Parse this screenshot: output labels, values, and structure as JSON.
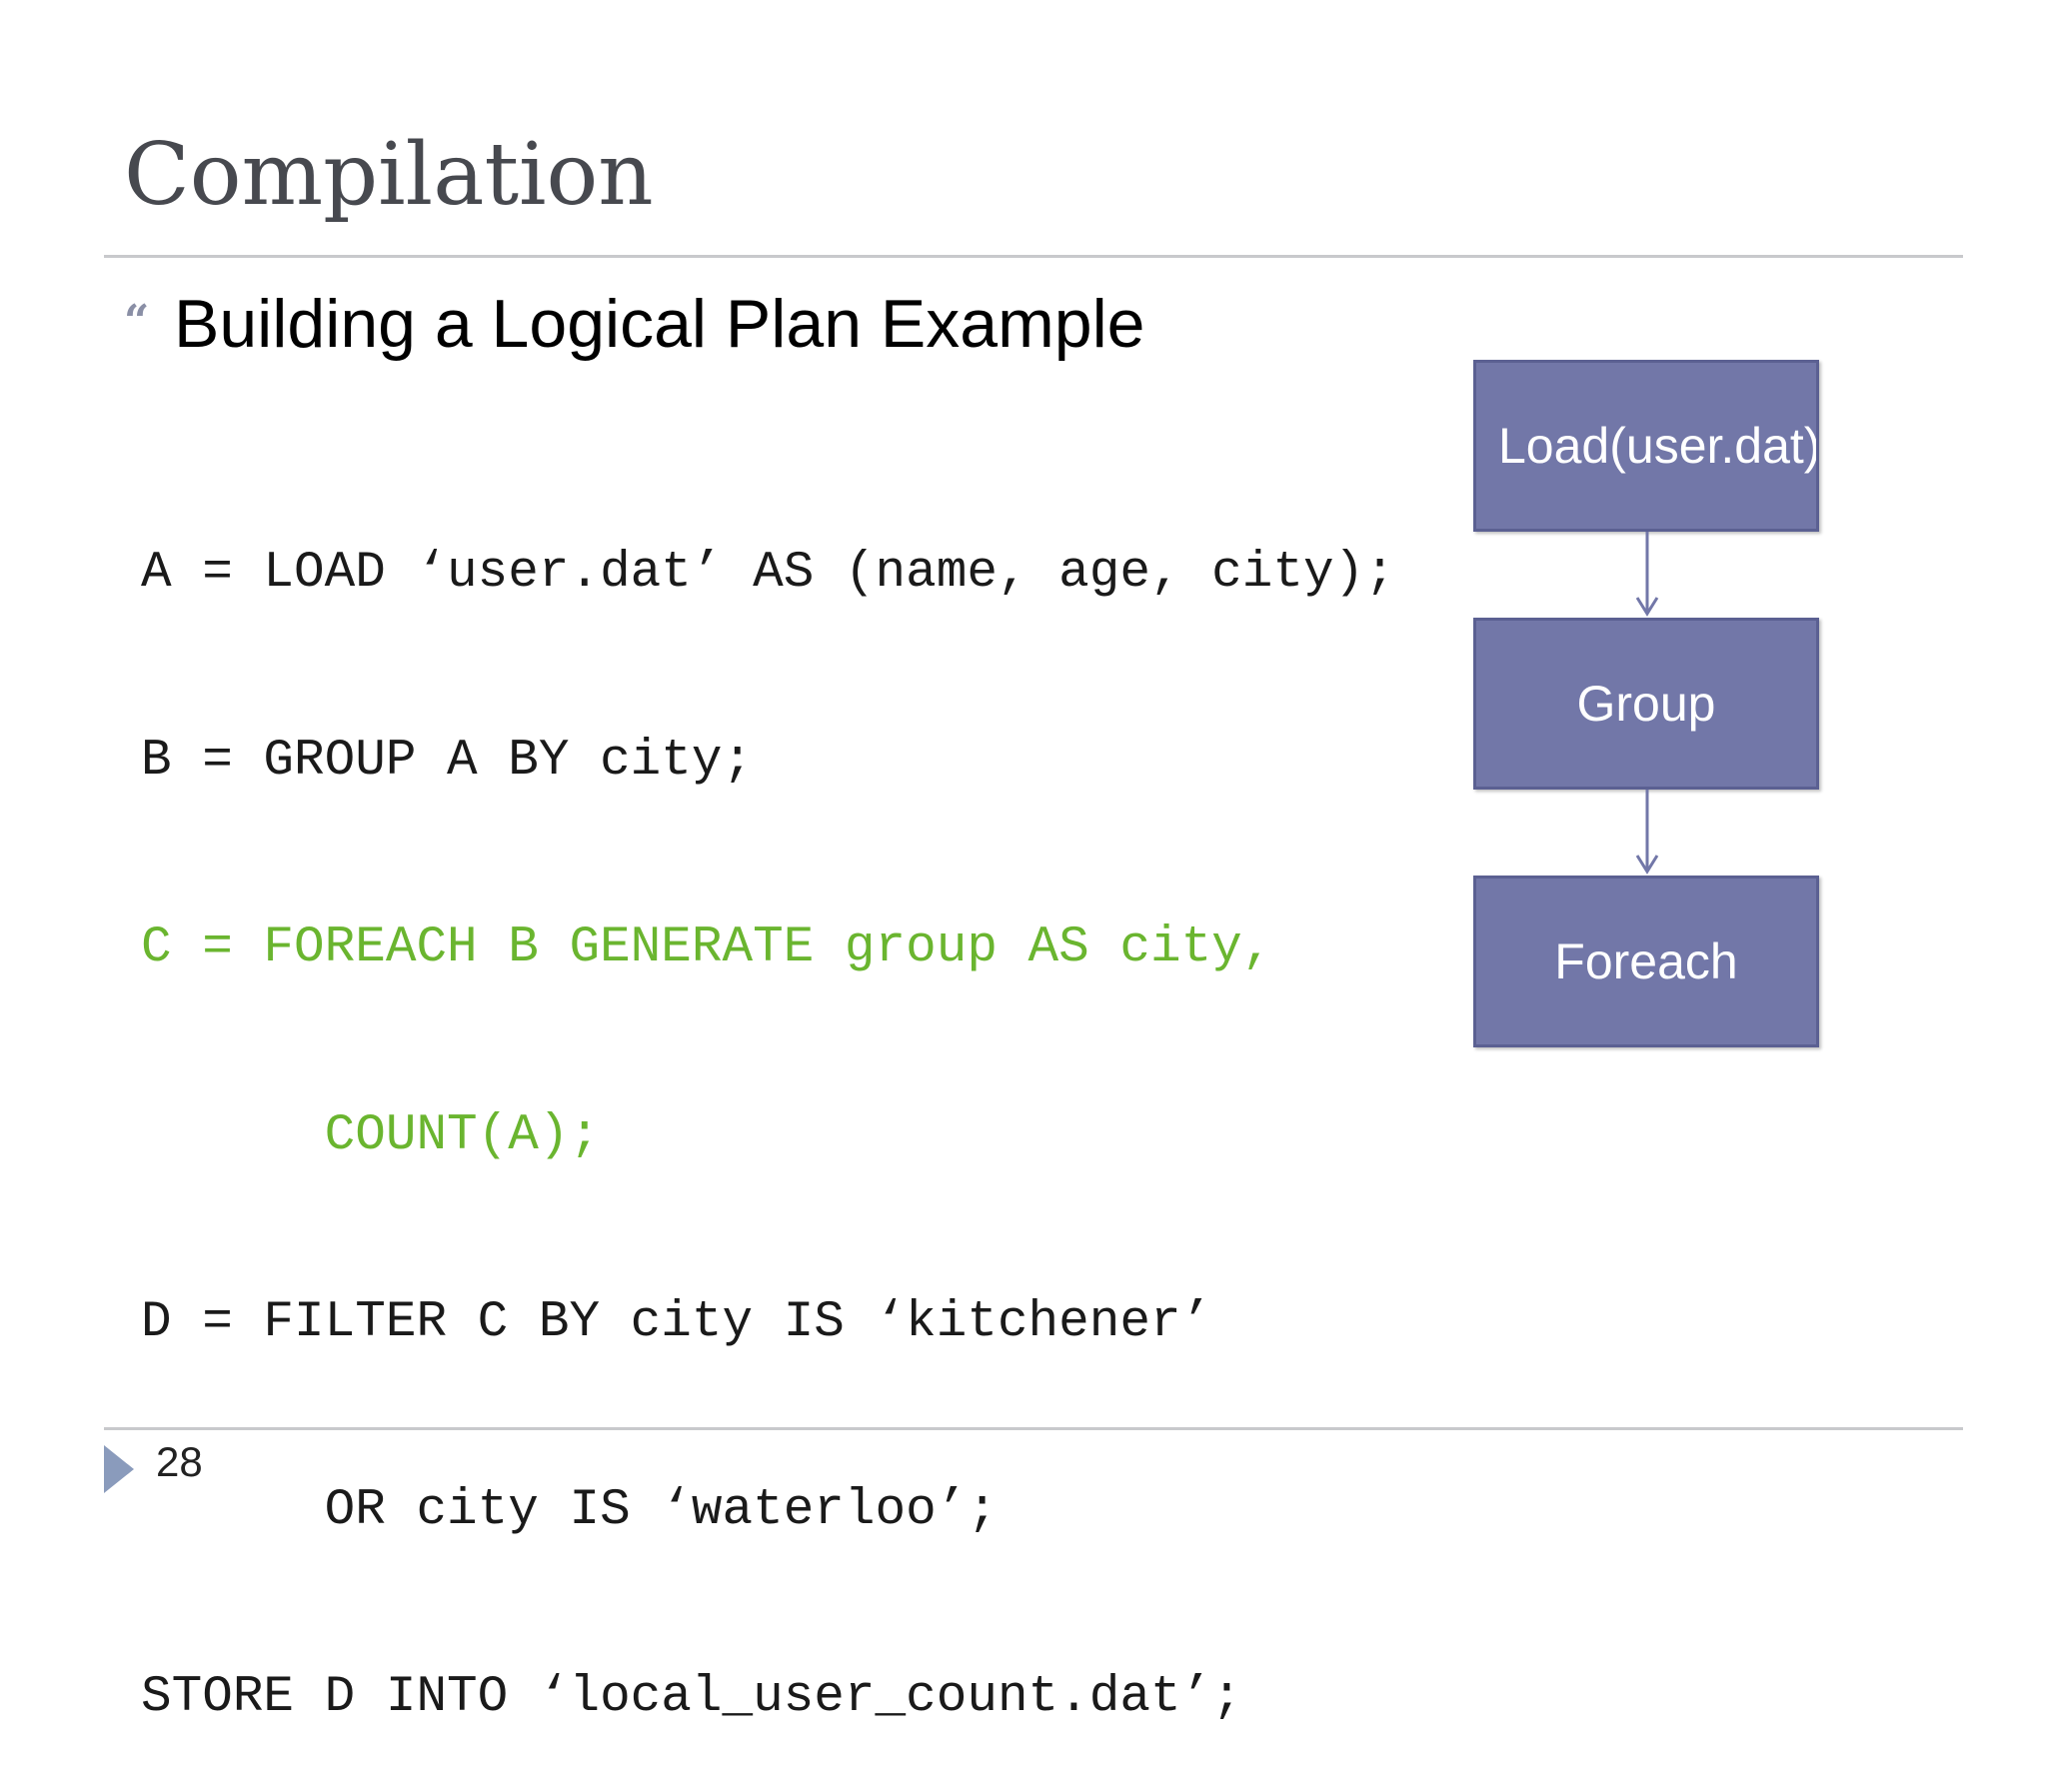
{
  "slide": {
    "title": "Compilation",
    "bullet_icon": "quote-bullet-icon",
    "bullet_glyph": "“",
    "heading": "Building a Logical Plan Example",
    "page_number": "28"
  },
  "code": {
    "lines": [
      "A = LOAD ‘user.dat’ AS (name, age, city);",
      "B = GROUP A BY city;",
      "C = FOREACH B GENERATE group AS city,",
      "      COUNT(A);",
      "D = FILTER C BY city IS ‘kitchener’",
      "      OR city IS ‘waterloo’;",
      "STORE D INTO ‘local_user_count.dat’;"
    ],
    "highlight_color": "#6ab52f"
  },
  "diagram": {
    "nodes": [
      {
        "label": "Load(user.dat)"
      },
      {
        "label": "Group"
      },
      {
        "label": "Foreach"
      }
    ],
    "node_color": "#7277a8",
    "arrow_color": "#7277a8"
  }
}
